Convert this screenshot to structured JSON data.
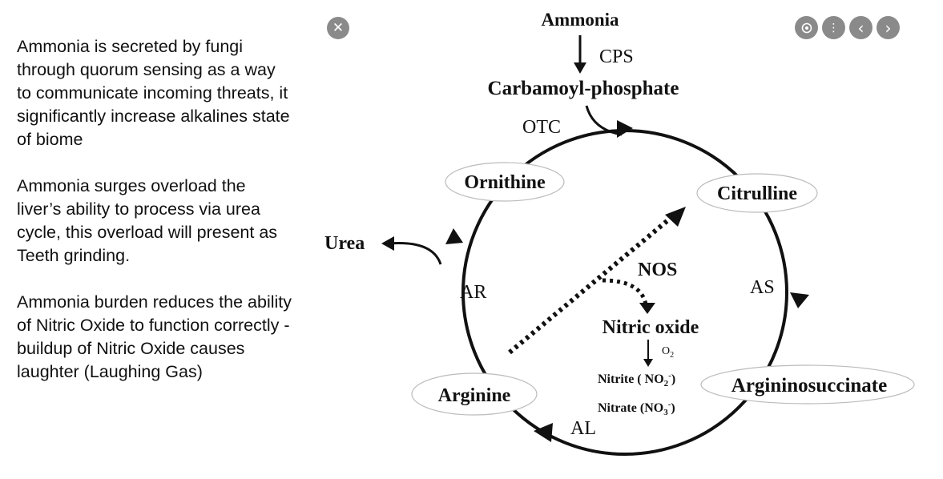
{
  "description": {
    "paragraphs": [
      "Ammonia is secreted by fungi through quorum sensing as a way to communicate incoming threats, it significantly increase alkalines state of biome",
      "Ammonia surges overload the liver’s ability to process via urea cycle, this overload will present as Teeth grinding.",
      "Ammonia burden reduces the ability of Nitric Oxide to function correctly - buildup of Nitric Oxide causes laughter (Laughing Gas)"
    ]
  },
  "controls": {
    "close_glyph": "✕",
    "icons": [
      "close-icon",
      "zoom-icon",
      "more-icon",
      "previous-icon",
      "next-icon"
    ],
    "more_glyph": "⋮",
    "prev_glyph": "‹",
    "next_glyph": "›"
  },
  "diagram": {
    "ammonia": "Ammonia",
    "cps": "CPS",
    "carbamoyl_phosphate": "Carbamoyl-phosphate",
    "otc": "OTC",
    "ornithine": "Ornithine",
    "citrulline": "Citrulline",
    "urea": "Urea",
    "nos": "NOS",
    "ar": "AR",
    "as": "AS",
    "nitric_oxide": "Nitric oxide",
    "o2": "O",
    "o2_sub": "2",
    "nitrite": "Nitrite ( NO",
    "nitrite_sub": "2",
    "nitrite_sup": "-",
    "nitrite_end": ")",
    "nitrate": "Nitrate (NO",
    "nitrate_sub": "3",
    "nitrate_sup": "-",
    "nitrate_end": ")",
    "arginine": "Arginine",
    "argininosuccinate": "Argininosuccinate",
    "al": "AL"
  }
}
